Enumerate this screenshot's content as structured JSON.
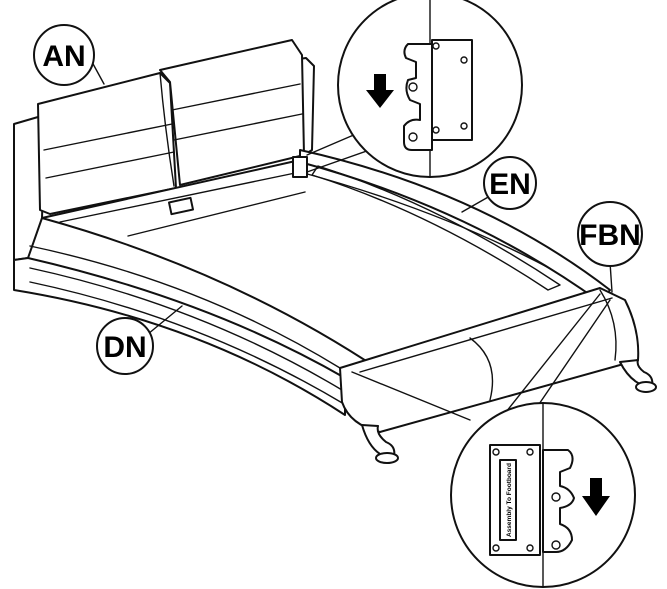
{
  "labels": {
    "an": "AN",
    "en": "EN",
    "fbn": "FBN",
    "dn": "DN"
  },
  "bracket_sticker_text": "Assembly To Footboard",
  "colors": {
    "line": "#111111",
    "background": "#ffffff",
    "arrow": "#000000"
  },
  "icons": [
    "down-arrow-icon",
    "screw-icon",
    "hook-bracket-icon"
  ]
}
